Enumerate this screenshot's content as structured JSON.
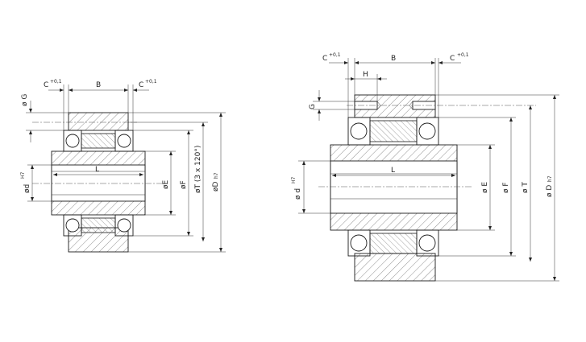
{
  "left_view": {
    "labels": {
      "c_left": "C",
      "c_left_tol": "+0,1",
      "b": "B",
      "c_right": "C",
      "c_right_tol": "+0,1",
      "g": "ø G",
      "d": "ød",
      "d_tol": "H7",
      "l": "L",
      "e": "øE",
      "f": "øF",
      "t": "øT (3 x 120°)",
      "dd": "øD",
      "dd_tol": "h7"
    }
  },
  "right_view": {
    "labels": {
      "c_left": "C",
      "c_left_tol": "+0,1",
      "b": "B",
      "c_right": "C",
      "c_right_tol": "+0,1",
      "h": "H",
      "g": "G",
      "d": "ø d",
      "d_tol": "H7",
      "l": "L",
      "e": "ø E",
      "f": "ø F",
      "t": "ø T",
      "dd": "ø D",
      "dd_tol": "h7"
    }
  }
}
